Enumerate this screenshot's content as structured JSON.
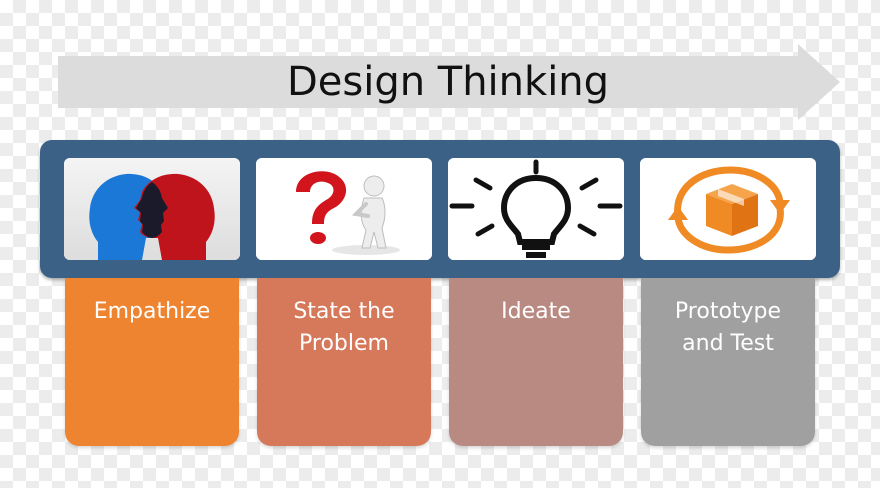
{
  "title": "Design Thinking",
  "colors": {
    "band": "#3b6186",
    "arrow": "#dcdcdc",
    "step1": "#ee8330",
    "step2": "#d6785a",
    "step3": "#b98a82",
    "step4": "#a0a0a0"
  },
  "steps": [
    {
      "label_line1": "Empathize",
      "label_line2": "",
      "icon": "empathy-heads-icon"
    },
    {
      "label_line1": "State the",
      "label_line2": "Problem",
      "icon": "question-figure-icon"
    },
    {
      "label_line1": "Ideate",
      "label_line2": "",
      "icon": "lightbulb-icon"
    },
    {
      "label_line1": "Prototype",
      "label_line2": "and Test",
      "icon": "box-cycle-icon"
    }
  ]
}
